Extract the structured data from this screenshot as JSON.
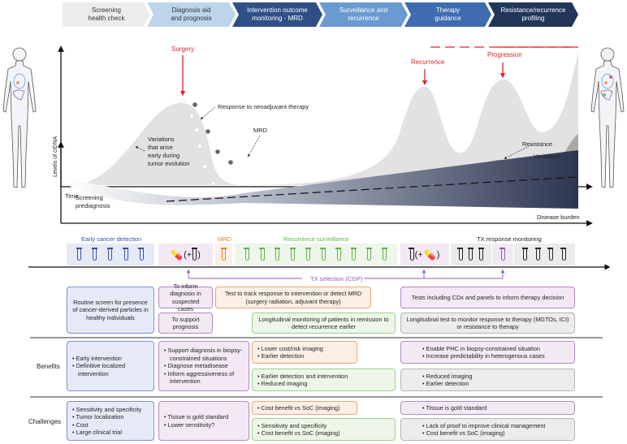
{
  "stages": [
    {
      "label": "Screening\nhealth check",
      "bg": "#ececec",
      "fg": "#333"
    },
    {
      "label": "Diagnosis aid\nand prognosis",
      "bg": "#bcd5eb",
      "fg": "#333"
    },
    {
      "label": "Intervention outcome\nmonitoring - MRD",
      "bg": "#2f4f87",
      "fg": "#fff"
    },
    {
      "label": "Surveillance and\nrecurrence",
      "bg": "#6a9ad0",
      "fg": "#fff"
    },
    {
      "label": "Therapy\nguidance",
      "bg": "#3f6bb0",
      "fg": "#fff"
    },
    {
      "label": "Resistance/recurrence\nprofiling",
      "bg": "#22365a",
      "fg": "#fff"
    }
  ],
  "chart_top": {
    "ylabel": "Levels of ctDNA",
    "xlabel": "Time",
    "surgery": "Surgery",
    "neoadjuvant": "Response to neoadjuvant therapy",
    "mrd": "MRD",
    "variations": [
      "Variations",
      "that arise",
      "early during",
      "tumor evolution"
    ],
    "recurrence": "Recurrence",
    "progression": "Progression",
    "resistance": "Resistance",
    "resistance_variations": "Variations",
    "accent": "#d9262c"
  },
  "chart_bottom": {
    "screening": [
      "Screening",
      "prediagnosis"
    ],
    "xlabel": "Disease burden"
  },
  "tests": {
    "early_label": "Early cancer detection",
    "mrd_label": "MRD",
    "recurrence_label": "Recurrence surveillance",
    "tx_label": "TX response monitoring",
    "diag_symbol": "(+",
    "diag_close": ")",
    "tx_selection": "TX selection (CGP)",
    "colors": {
      "blue": "#3a4fa8",
      "orange": "#e57f2b",
      "green": "#5fb14a",
      "black": "#222",
      "purple": "#8a5cc0"
    }
  },
  "rows": {
    "benefits": "Benefits",
    "challenges": "Challenges"
  },
  "uses": {
    "routine": "Routine screen for presence of cancer-derived particles in healthy individuals",
    "inform_diag": "To inform diagnosis in suspected cases",
    "support_prog": "To support prognosis",
    "track": "Test to track response to intervention or detect MRD (surgery radiation, adjuvant therapy)",
    "longitudinal": "Longitudinal monitoring of patients in remission to detect recurrence earlier",
    "cdx": "Tests including CDx and panels to inform therapy decision",
    "long_test": "Longitudinal test to monitor response to therapy (MGTOs, ICI) or resistance to therapy"
  },
  "benefits": {
    "blue": [
      "Early intervention",
      "Definitive localized intervention"
    ],
    "purple": [
      "Support diagnosis in biopsy-constrained situations",
      "Diagnose metadisease",
      "Inform aggressiveness of intervention"
    ],
    "orange": [
      "Lower cost/risk imaging",
      "Earlier detection"
    ],
    "green": [
      "Earlier detection and intervention",
      "Reduced imaging"
    ],
    "purple2": [
      "Enable PHC in biopsy-constrained situation",
      "Increase predictability in heterogenous cases"
    ],
    "gray": [
      "Reduced imaging",
      "Earlier detection"
    ]
  },
  "challenges": {
    "blue": [
      "Sensitivity and specificity",
      "Tumor localization",
      "Cost",
      "Large clinical trial"
    ],
    "purple": [
      "Tissue is gold standard",
      "Lower sensitivity?"
    ],
    "orange": [
      "Cost benefit vs SoC (imaging)"
    ],
    "green": [
      "Sensitivity and specificity",
      "Cost benefit vs SoC (imaging)"
    ],
    "purple2": [
      "Tissue is gold standard"
    ],
    "gray": [
      "Lack of proof to improve clinical management",
      "Cost benefit vs SoC (imaging)"
    ]
  }
}
